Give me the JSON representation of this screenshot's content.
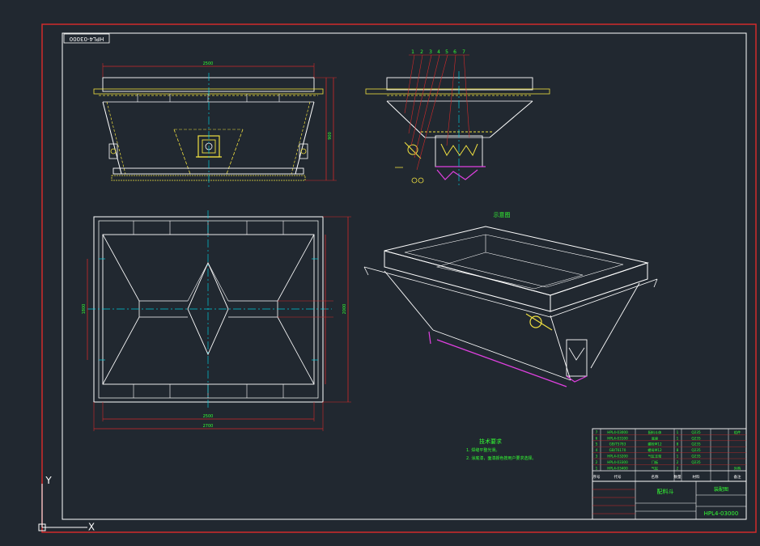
{
  "drawing": {
    "code_stamp": "HPL4-03000",
    "iso_label": "示意图",
    "dim_labels": {
      "front_top": "2500",
      "front_side": "900",
      "plan_width": "2500",
      "plan_width2": "2700",
      "plan_height": "1800",
      "plan_height2": "2000"
    },
    "balloons": [
      "1",
      "2",
      "3",
      "4",
      "5",
      "6",
      "7"
    ]
  },
  "notes": {
    "heading": "技术要求",
    "items": [
      "1. 焊缝平整光滑。",
      "2. 涂底漆，面漆颜色按用户要求选择。"
    ]
  },
  "title_block": {
    "part_name": "配料斗",
    "assembly": "装配图",
    "drawing_number": "HPL4-03000",
    "header_labels": [
      "序号",
      "代号",
      "名称",
      "数量",
      "材料",
      "备注"
    ],
    "rows": [
      [
        "7",
        "HPL4-03000",
        "配料斗体",
        "1",
        "Q235",
        "组件"
      ],
      [
        "6",
        "HPL4-03100",
        "底座",
        "1",
        "Q235",
        ""
      ],
      [
        "5",
        "GB/T5783",
        "螺栓M12",
        "8",
        "Q235",
        ""
      ],
      [
        "4",
        "GB/T6170",
        "螺母M12",
        "8",
        "Q235",
        ""
      ],
      [
        "3",
        "HPL4-03200",
        "气缸支架",
        "1",
        "Q235",
        ""
      ],
      [
        "2",
        "HPL4-03300",
        "门板",
        "2",
        "Q235",
        ""
      ],
      [
        "1",
        "HPL4-03400",
        "气缸",
        "2",
        "",
        "外购"
      ]
    ]
  },
  "axes": {
    "x": "X",
    "y": "Y"
  },
  "colors": {
    "background": "#212830",
    "frame": "#d12a2a",
    "outline": "#ffffff",
    "hidden": "#f0e040",
    "center": "#00c8d8",
    "text_green": "#33ff33",
    "magenta": "#e040e0"
  }
}
